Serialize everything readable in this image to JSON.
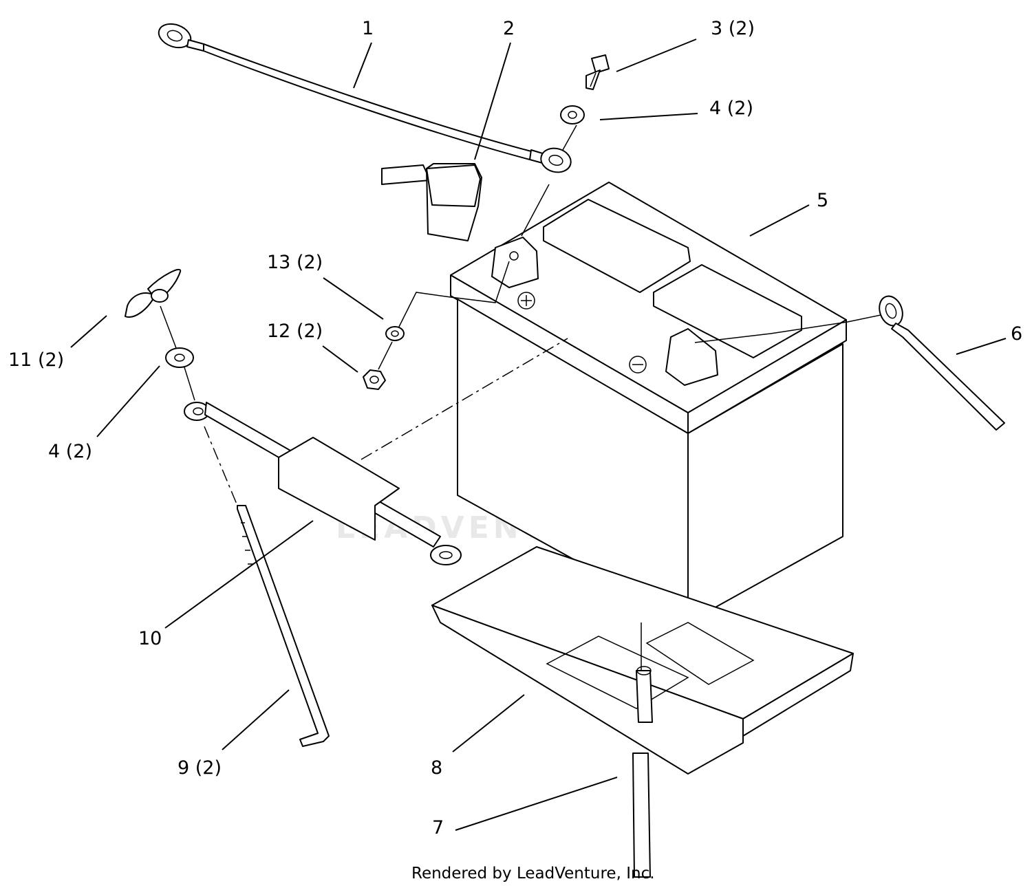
{
  "diagram": {
    "callouts": [
      {
        "id": "c1",
        "text": "1"
      },
      {
        "id": "c2",
        "text": "2"
      },
      {
        "id": "c3",
        "text": "3 (2)"
      },
      {
        "id": "c4a",
        "text": "4 (2)"
      },
      {
        "id": "c5",
        "text": "5"
      },
      {
        "id": "c6",
        "text": "6"
      },
      {
        "id": "c7",
        "text": "7"
      },
      {
        "id": "c8",
        "text": "8"
      },
      {
        "id": "c9",
        "text": "9 (2)"
      },
      {
        "id": "c10",
        "text": "10"
      },
      {
        "id": "c11",
        "text": "11 (2)"
      },
      {
        "id": "c4b",
        "text": "4 (2)"
      },
      {
        "id": "c12",
        "text": "12 (2)"
      },
      {
        "id": "c13",
        "text": "13 (2)"
      }
    ],
    "credit": "Rendered by LeadVenture, Inc.",
    "watermark": "LEADVENTURE"
  }
}
